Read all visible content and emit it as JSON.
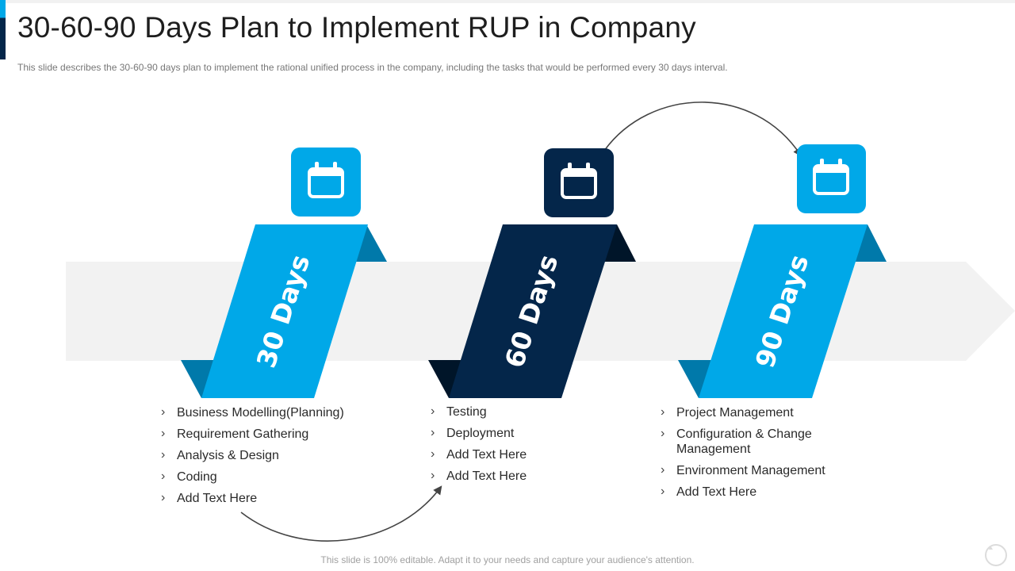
{
  "slide": {
    "title": "30-60-90 Days Plan to Implement RUP in Company",
    "subtitle": "This slide describes the 30-60-90  days plan to implement the rational unified  process in the company, including the tasks that would  be performed  every  30 days interval.",
    "footer": "This slide is 100% editable. Adapt it to your needs and capture your audience's attention."
  },
  "colors": {
    "light_blue": "#00a8e8",
    "light_blue_fold": "#0079aa",
    "navy": "#04264a",
    "navy_fold": "#001529",
    "track": "#f2f2f2",
    "arrow_stroke": "#444444"
  },
  "stages": [
    {
      "label": "30 Days",
      "icon": "calendar-icon",
      "color": "light_blue",
      "items": [
        "Business Modelling(Planning)",
        "Requirement Gathering",
        "Analysis & Design",
        "Coding",
        "Add Text Here"
      ]
    },
    {
      "label": "60 Days",
      "icon": "calendar-icon",
      "color": "navy",
      "items": [
        "Testing",
        "Deployment",
        "Add Text Here",
        "Add Text Here"
      ]
    },
    {
      "label": "90 Days",
      "icon": "calendar-icon",
      "color": "light_blue",
      "items": [
        "Project Management",
        "Configuration & Change Management",
        "Environment Management",
        "Add Text Here"
      ]
    }
  ]
}
